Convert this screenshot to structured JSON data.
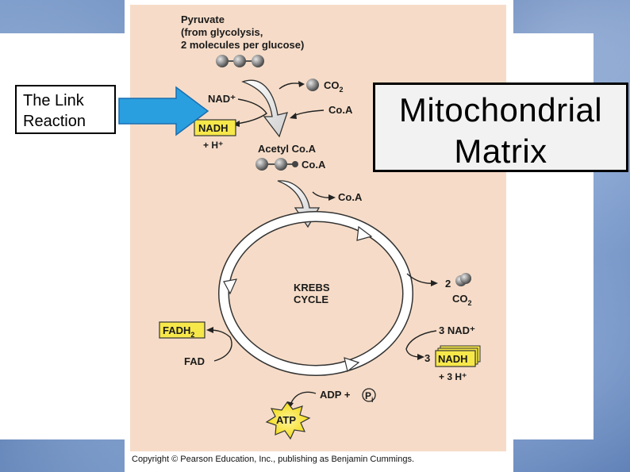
{
  "slide": {
    "link_label": "The Link\nReaction",
    "matrix_label": "Mitochondrial\nMatrix"
  },
  "diagram": {
    "pyruvate_line1": "Pyruvate",
    "pyruvate_line2": "(from glycolysis,",
    "pyruvate_line3": "2 molecules per glucose)",
    "nad_plus": "NAD⁺",
    "co2_top": "CO",
    "co2_top_sub": "2",
    "coa_top": "Co.A",
    "nadh_top": "NADH",
    "h_plus_top": "+ H⁺",
    "acetyl_coa": "Acetyl Co.A",
    "coa_attached": "Co.A",
    "coa_released": "Co.A",
    "krebs_line1": "KREBS",
    "krebs_line2": "CYCLE",
    "co2_count": "2",
    "co2_right": "CO",
    "co2_right_sub": "2",
    "nad_3": "3 NAD⁺",
    "nadh_count": "3",
    "nadh_right": "NADH",
    "h3_plus": "+ 3 H⁺",
    "fadh2": "FADH",
    "fadh2_sub": "2",
    "fad": "FAD",
    "adp": "ADP +",
    "pi": "P",
    "pi_sub": "i",
    "atp": "ATP",
    "copyright": "Copyright © Pearson Education, Inc., publishing as Benjamin Cummings."
  },
  "colors": {
    "diagram_bg": "#f6dcc8",
    "highlight_yellow": "#f7e84a",
    "arrow_blue": "#2a9fe0",
    "molecule_gray": "#8a8a8a"
  }
}
